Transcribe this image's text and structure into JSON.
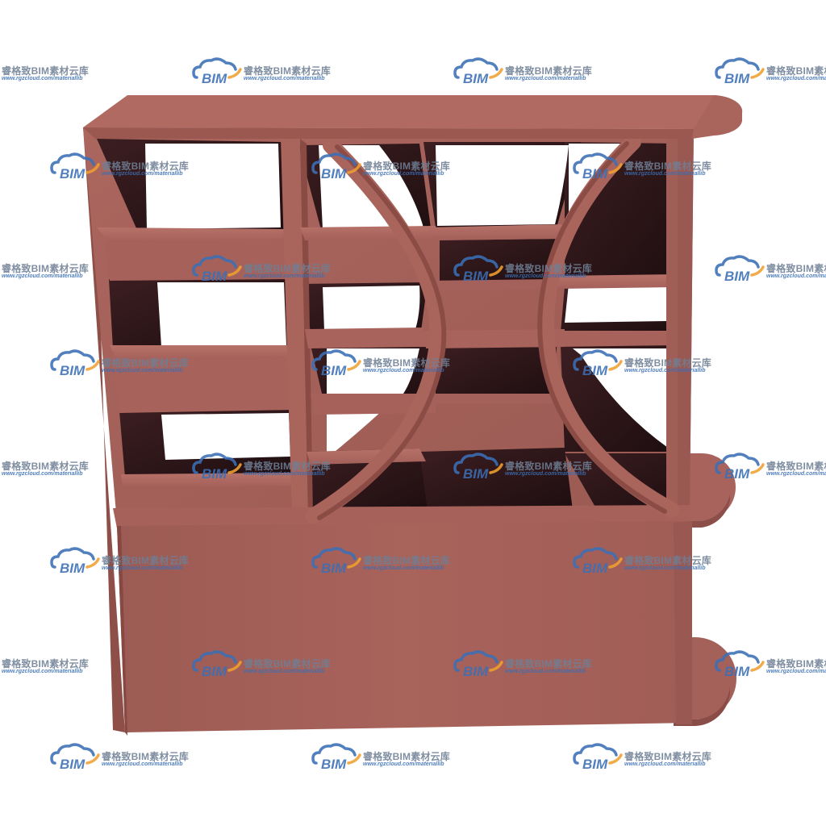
{
  "scene": {
    "subject_icon": "bookcase-icon",
    "colors": {
      "wood_front": "#a5615a",
      "wood_top": "#b36d65",
      "wood_side": "#8f504a",
      "wood_shadow": "#5a2f33",
      "cavity_dark": "#2a1517",
      "background": "#ffffff"
    }
  },
  "watermark": {
    "title": "睿格致BIM素材云库",
    "url": "www.rgzcloud.com/materiallib",
    "logo_text": "BIM",
    "logo_icon": "cloud-icon",
    "colors": {
      "logo_blue": "#3b6fb6",
      "logo_orange": "#f0a030",
      "title": "#6f7f95",
      "url": "#3a6fb5"
    }
  }
}
